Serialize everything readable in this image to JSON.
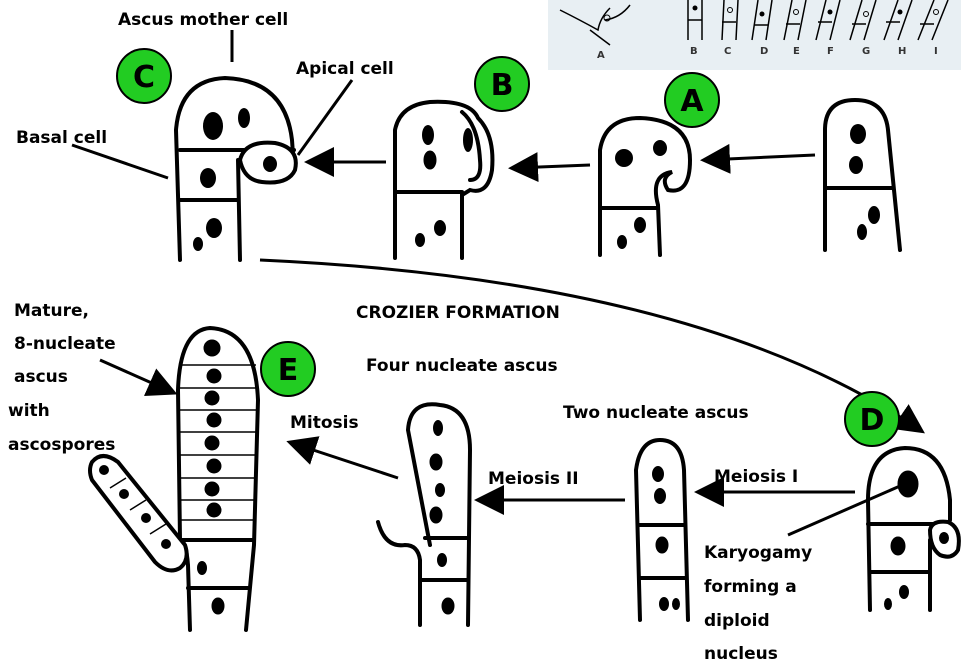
{
  "title": "CROZIER FORMATION",
  "badges": {
    "A": "A",
    "B": "B",
    "C": "C",
    "D": "D",
    "E": "E"
  },
  "labels": {
    "ascus_mother_cell": "Ascus mother cell",
    "apical_cell": "Apical cell",
    "basal_cell": "Basal cell",
    "mature_line1": "Mature,",
    "mature_line2": "8-nucleate",
    "mature_line3": "ascus",
    "mature_line4": "with",
    "mature_line5": "ascospores",
    "four_nucleate": "Four nucleate ascus",
    "mitosis": "Mitosis",
    "two_nucleate": "Two nucleate ascus",
    "meiosis_ii": "Meiosis II",
    "meiosis_i": "Meiosis I",
    "karyogamy_line1": "Karyogamy",
    "karyogamy_line2": "forming a",
    "karyogamy_line3": "diploid",
    "karyogamy_line4": "nucleus"
  },
  "inset_letters": [
    "A",
    "B",
    "C",
    "D",
    "E",
    "F",
    "G",
    "H",
    "I"
  ],
  "colors": {
    "badge": "#22cc22",
    "inset_bg": "#e8eff3"
  }
}
